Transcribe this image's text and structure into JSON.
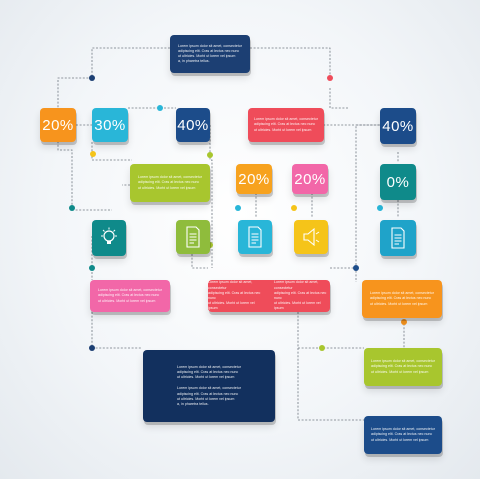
{
  "filler_line_1": "Lorem ipsum dolor sit amet, consectetur",
  "filler_line_2": "adipiscing elit. Cras at lectus nec nunc",
  "filler_line_3": "ut ultricies. Morbi ut lorem vel ipsum",
  "filler_line_4": "a, in pharetra tellus.",
  "blocks": {
    "header": {
      "color": "#1c3f73"
    },
    "pct_a": {
      "label": "20%",
      "color": "#f7941d"
    },
    "pct_b": {
      "label": "30%",
      "color": "#29b6d8"
    },
    "pct_c": {
      "label": "40%",
      "color": "#1c4c8a"
    },
    "wide_red": {
      "color": "#ef4c5a"
    },
    "pct_d": {
      "label": "40%",
      "color": "#1c4c8a"
    },
    "lime": {
      "color": "#a8c62e"
    },
    "pct_e": {
      "label": "20%",
      "color": "#f7a21e"
    },
    "pct_f": {
      "label": "20%",
      "color": "#f267a8"
    },
    "pct_g": {
      "label": "0%",
      "color": "#0f8a8a"
    },
    "bulb_tile": {
      "color": "#0f8a8a"
    },
    "doc_green_tile": {
      "color": "#8fbc3c"
    },
    "doc_cyan_tile": {
      "color": "#29b6d8"
    },
    "speaker_tile": {
      "color": "#f5c419"
    },
    "doc_teal_tile": {
      "color": "#1fa3c9"
    },
    "pink_text": {
      "color": "#f267a8"
    },
    "red_text": {
      "color": "#ef4c5a"
    },
    "orange_text": {
      "color": "#f7941d"
    },
    "navy_large": {
      "color": "#12305e"
    },
    "lime_small": {
      "color": "#a8c62e"
    },
    "navy_small": {
      "color": "#1c4c8a"
    }
  },
  "icons": [
    "bulb-icon",
    "document-icon",
    "document-icon",
    "speaker-icon",
    "document-icon"
  ]
}
